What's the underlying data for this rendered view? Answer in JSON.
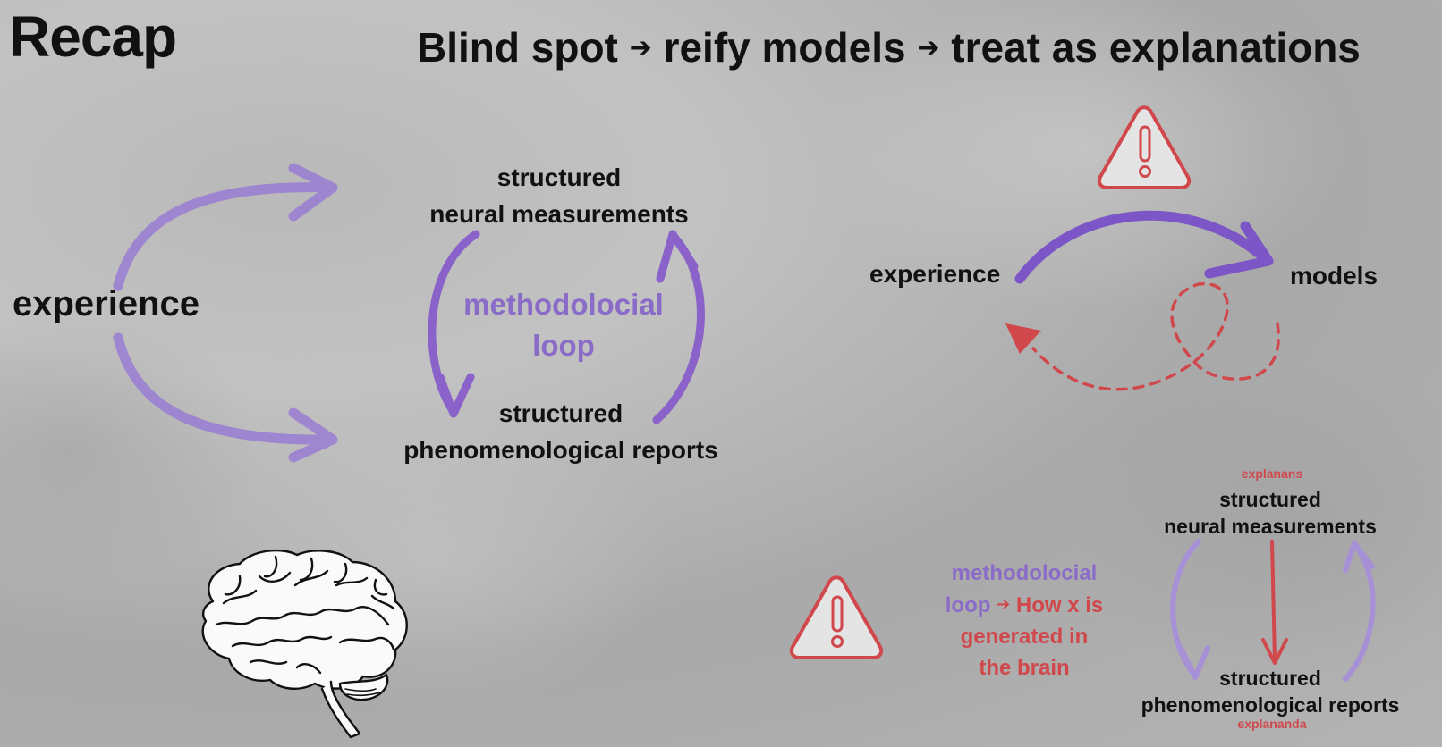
{
  "title": "Recap",
  "headline": {
    "part1": "Blind spot",
    "part2": "reify models",
    "part3": "treat as explanations",
    "arrow": "➔"
  },
  "left_diagram": {
    "experience": "experience",
    "neural_line1": "structured",
    "neural_line2": "neural measurements",
    "loop_line1": "methodolocial",
    "loop_line2": "loop",
    "pheno_line1": "structured",
    "pheno_line2": "phenomenological reports"
  },
  "top_right_diagram": {
    "experience": "experience",
    "models": "models"
  },
  "bottom_right_diagram": {
    "explanans": "explanans",
    "neural_line1": "structured",
    "neural_line2": "neural measurements",
    "pheno_line1": "structured",
    "pheno_line2": "phenomenological reports",
    "explananda": "explananda",
    "loop_line1": "methodolocial",
    "loop_line2a": "loop",
    "loop_arrow": "➔",
    "loop_line2b": "How x is",
    "loop_line3": "generated in",
    "loop_line4": "the brain"
  },
  "colors": {
    "purple": "#8a6cc8",
    "purple_light": "#a690d6",
    "red": "#d0484c",
    "warning_fill": "#e2e2e2"
  },
  "icons": [
    "warning-icon",
    "warning-icon",
    "brain-icon"
  ]
}
